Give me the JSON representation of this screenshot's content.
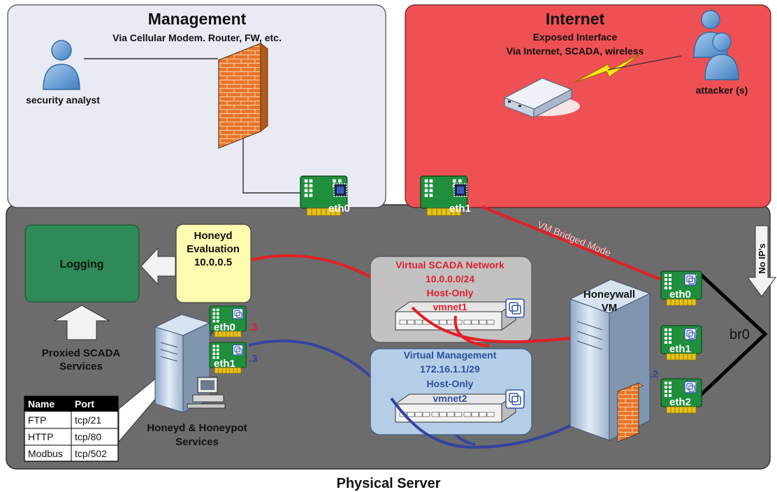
{
  "management": {
    "title": "Management",
    "subtitle": "Via Cellular Modem. Router, FW, etc.",
    "analyst_label": "security analyst",
    "nic_label": "eth0"
  },
  "internet": {
    "title": "Internet",
    "subtitle_line1": "Exposed Interface",
    "subtitle_line2": "Via Internet, SCADA, wireless",
    "attacker_label": "attacker (s)",
    "nic_label": "eth1"
  },
  "physical_server": {
    "label": "Physical Server",
    "bridge_label": "VM Bridged Mode",
    "no_ip_label": "No IP's",
    "logging_label": "Logging",
    "honeyd_eval": {
      "line1": "Honeyd",
      "line2": "Evaluation",
      "line3": "10.0.0.5"
    },
    "proxied_line1": "Proxied SCADA",
    "proxied_line2": "Services",
    "services_table": {
      "headers": [
        "Name",
        "Port"
      ],
      "rows": [
        [
          "FTP",
          "tcp/21"
        ],
        [
          "HTTP",
          "tcp/80"
        ],
        [
          "Modbus",
          "tcp/502"
        ]
      ]
    },
    "honeyd_server": {
      "label_line1": "Honeyd & Honeypot",
      "label_line2": "Services",
      "nic0": "eth0",
      "nic0_suffix": ".3",
      "nic1": "eth1",
      "nic1_suffix": ".3"
    },
    "scada_net": {
      "line1": "Virtual SCADA Network",
      "line2": "10.0.0.0/24",
      "line3": "Host-Only",
      "switch_label": "vmnet1"
    },
    "mgmt_net": {
      "line1": "Virtual Management",
      "line2": "172.16.1.1/29",
      "line3": "Host-Only",
      "switch_label": "vmnet2"
    },
    "honeywall": {
      "line1": "Honeywall",
      "line2": "VM",
      "suffix": ".2",
      "nics": [
        "eth0",
        "eth1",
        "eth2"
      ],
      "bridge": "br0"
    }
  },
  "colors": {
    "management_bg": "#e8eaf4",
    "internet_bg": "#ef5053",
    "server_bg": "#6c6c6c",
    "logging_bg": "#2e8b57",
    "honeyd_bg": "#fffbb0",
    "scada_text": "#e0202a",
    "mgmt_text": "#2e4fa0",
    "red_link": "#e61e25",
    "blue_link": "#3344a0"
  }
}
